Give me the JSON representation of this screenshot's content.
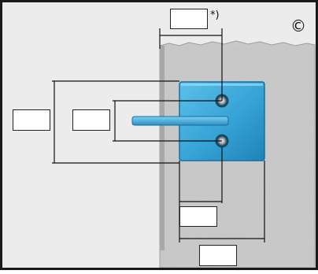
{
  "diagram": {
    "note_mark": "*)",
    "copyright_symbol": "©",
    "label_boxes": [
      {
        "role": "top-dimension-box",
        "text": ""
      },
      {
        "role": "outer-left-dimension-box",
        "text": ""
      },
      {
        "role": "inner-left-dimension-box",
        "text": ""
      },
      {
        "role": "lower-inner-dimension-box",
        "text": ""
      },
      {
        "role": "lower-outer-dimension-box",
        "text": ""
      }
    ],
    "colors": {
      "background": "#eaeaea",
      "frame_border": "#1a1a1a",
      "wall": "#c8c8c8",
      "wall_shadow": "#9a9a9a",
      "plate": "#3aa6d8",
      "plate_dark": "#1f7fb3",
      "dimension_line": "#111111"
    }
  }
}
